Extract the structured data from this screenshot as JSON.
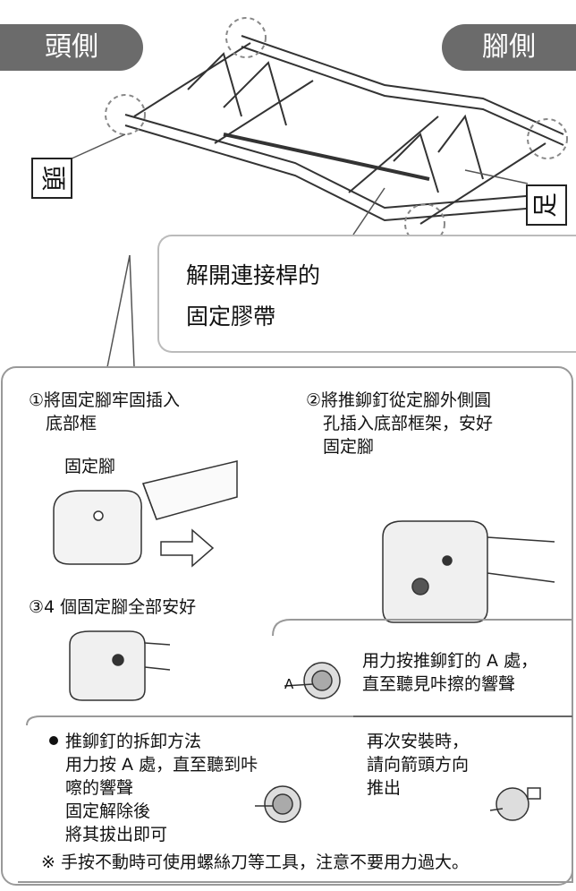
{
  "labels": {
    "head_side": "頭側",
    "foot_side": "腳側",
    "head_mark": "頭",
    "foot_mark": "足"
  },
  "callout": {
    "text": "解開連接桿的\n固定膠帶"
  },
  "steps": {
    "step1": "①將固定腳牢固插入\n　底部框",
    "step1_label": "固定腳",
    "step2": "②將推鉚釘從定腳外側圓\n　孔插入底部框架，安好\n　固定腳",
    "step3": "③4 個固定腳全部安好",
    "press_text": "用力按推鉚釘的 A 處，\n直至聽見咔擦的響聲"
  },
  "removal": {
    "title": "推鉚釘的拆卸方法",
    "text": "用力按 A 處，直至聽到咔\n嚓的響聲\n固定解除後\n將其拔出即可",
    "reinstall": "再次安裝時，\n請向箭頭方向\n推出",
    "note": "※ 手按不動時可使用螺絲刀等工具，注意不要用力過大。"
  },
  "point_label": "A"
}
